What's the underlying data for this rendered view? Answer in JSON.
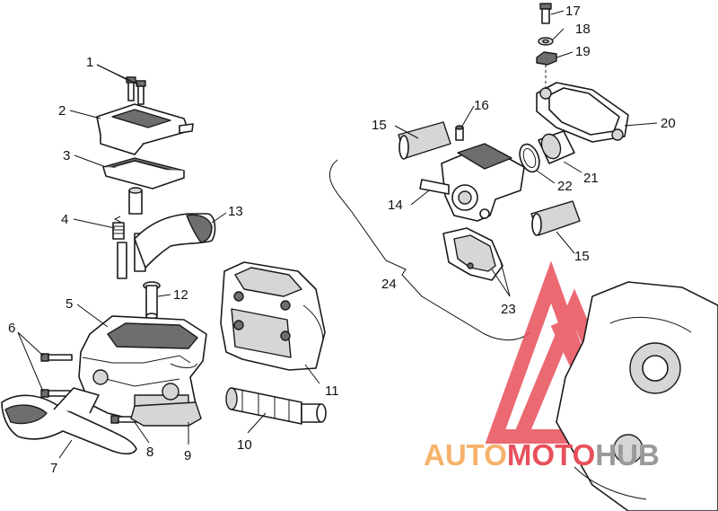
{
  "diagram": {
    "callouts": [
      "1",
      "2",
      "3",
      "4",
      "5",
      "6",
      "7",
      "8",
      "9",
      "10",
      "11",
      "12",
      "13",
      "14",
      "15",
      "15",
      "16",
      "17",
      "18",
      "19",
      "20",
      "21",
      "22",
      "23",
      "24"
    ]
  },
  "watermark": {
    "brand_part1": "AUTO",
    "brand_part2": "MOTO",
    "brand_part3": "HUB",
    "color_orange": "#f6b26b",
    "color_red": "#e8505b",
    "color_gray": "#9a9a9a"
  }
}
